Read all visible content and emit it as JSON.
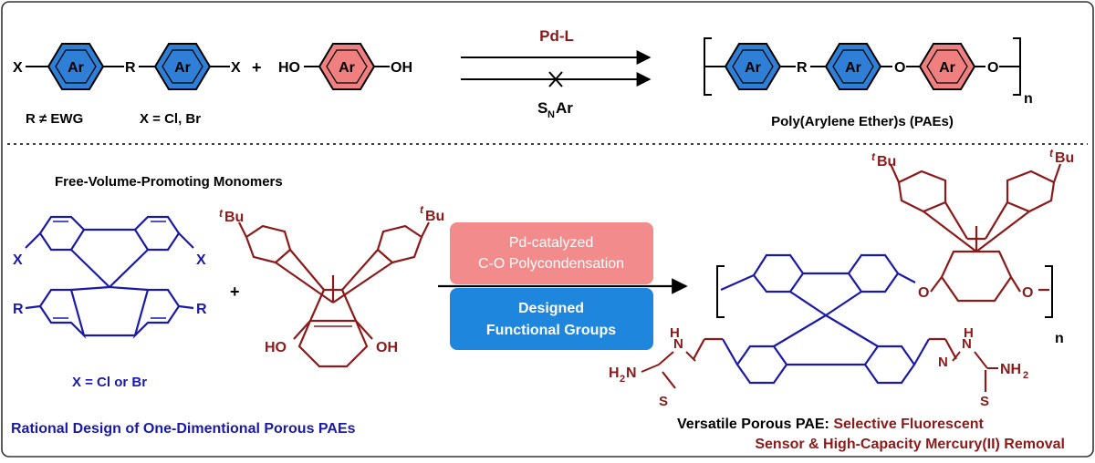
{
  "colors": {
    "blue_ring": "#2f7fd6",
    "red_ring": "#f08080",
    "struct_blue": "#1a1aa6",
    "struct_red": "#8b1a1a",
    "box_top_fill": "#f28b8b",
    "box_bottom_fill": "#1f86de",
    "text_dark": "#000000",
    "caption_red": "#8b1a1a",
    "caption_blue": "#1a1aa6"
  },
  "top": {
    "ring_label": "Ar",
    "x_left": "X",
    "r_link": "R",
    "x_right": "X",
    "plus": "+",
    "ho": "HO",
    "oh": "OH",
    "cond_r": "R ≠ EWG",
    "cond_x": "X = Cl, Br",
    "catalyst": "Pd-L",
    "snar_s": "S",
    "snar_n": "N",
    "snar_ar": "Ar",
    "poly_r": "R",
    "poly_o1": "O",
    "poly_o2": "O",
    "poly_n": "n",
    "product_label": "Poly(Arylene Ether)s (PAEs)"
  },
  "bottom": {
    "monomers_title": "Free-Volume-Promoting Monomers",
    "x_label": "X",
    "r_label": "R",
    "x_def": "X = Cl or Br",
    "plus": "+",
    "tbu_t": "t",
    "tbu_bu": "Bu",
    "ho": "HO",
    "oh": "OH",
    "box_top_line1": "Pd-catalyzed",
    "box_top_line2": "C-O Polycondensation",
    "box_bottom_line1": "Designed",
    "box_bottom_line2": "Functional Groups",
    "o_label": "O",
    "n_label": "n",
    "h2n": "H",
    "h2n_sub": "2",
    "h2n_n": "N",
    "nh2_n": "NH",
    "nh2_sub": "2",
    "nh": "H",
    "n_atom": "N",
    "s_atom": "S",
    "left_caption": "Rational Design of One-Dimentional Porous PAEs",
    "right_caption_black": "Versatile Porous PAE",
    "right_caption_colon": ": ",
    "right_caption_red_1": "Selective Fluorescent",
    "right_caption_red_2": "Sensor & High-Capacity Mercury(II) Removal"
  }
}
